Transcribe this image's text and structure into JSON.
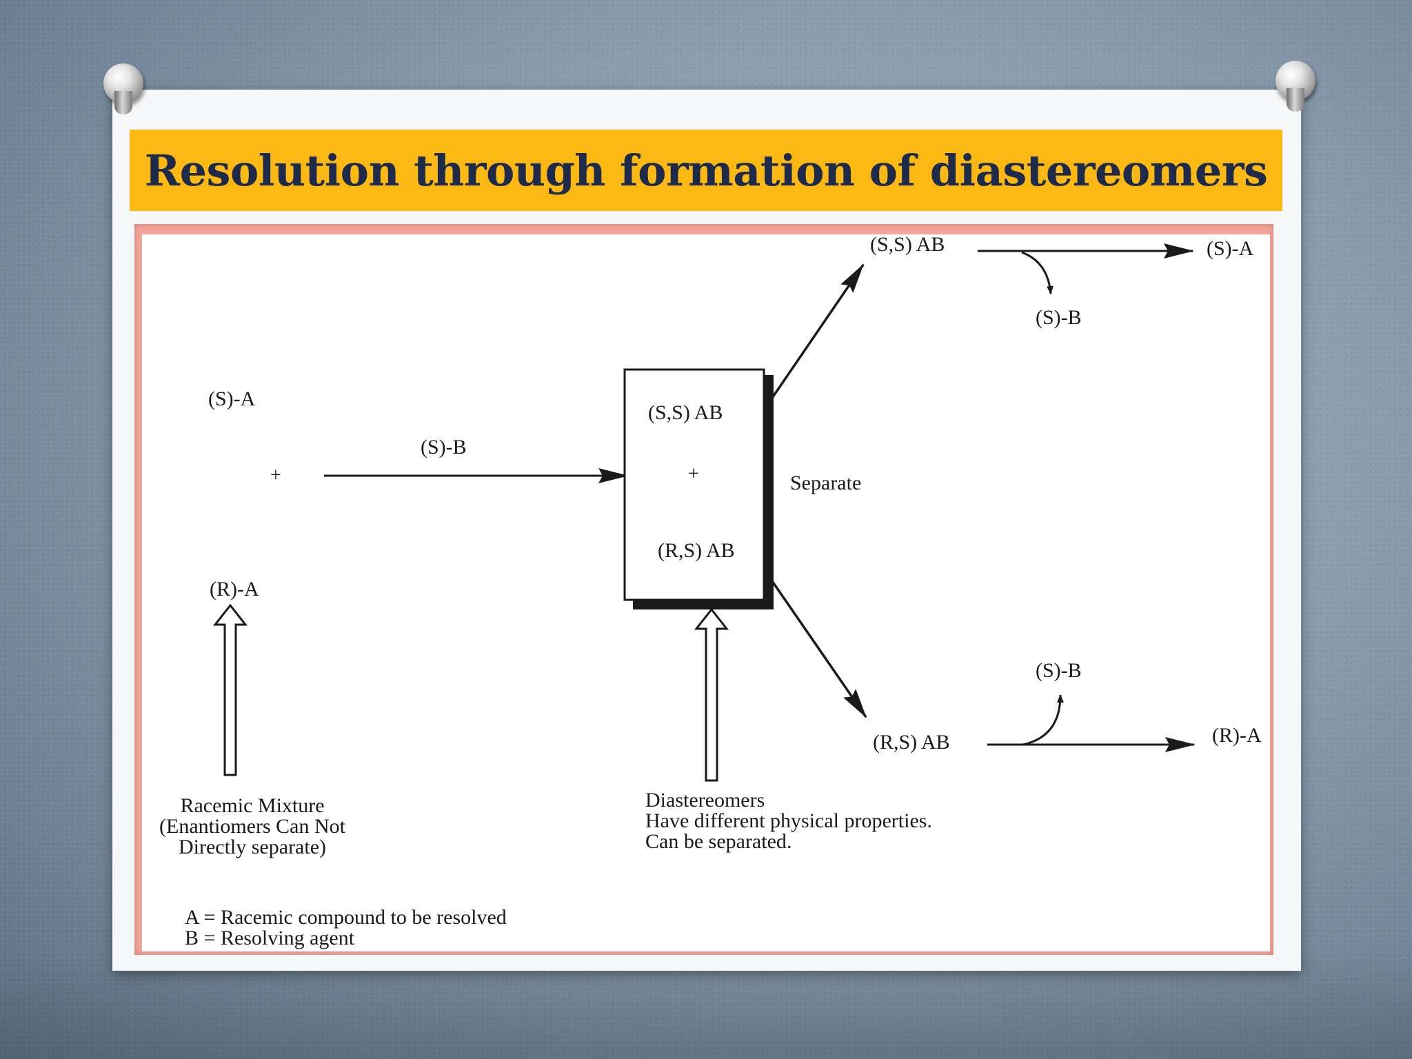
{
  "slide": {
    "title": "Resolution through formation of diastereomers"
  },
  "diagram": {
    "racemate_top": "(S)-A",
    "racemate_plus": "+",
    "racemate_bottom": "(R)-A",
    "reagent_label": "(S)-B",
    "box_top": "(S,S) AB",
    "box_plus": "+",
    "box_bottom": "(R,S) AB",
    "separate_label": "Separate",
    "upper_branch": {
      "product": "(S,S) AB",
      "result": "(S)-A",
      "released": "(S)-B"
    },
    "lower_branch": {
      "product": "(R,S) AB",
      "result": "(R)-A",
      "released": "(S)-B"
    },
    "racemic_note": [
      "Racemic Mixture",
      "(Enantiomers Can Not",
      "Directly separate)"
    ],
    "diastereomer_note": [
      "Diastereomers",
      "Have different physical properties.",
      "Can be separated."
    ],
    "legend": [
      "A = Racemic compound to be resolved",
      "B = Resolving agent"
    ]
  }
}
